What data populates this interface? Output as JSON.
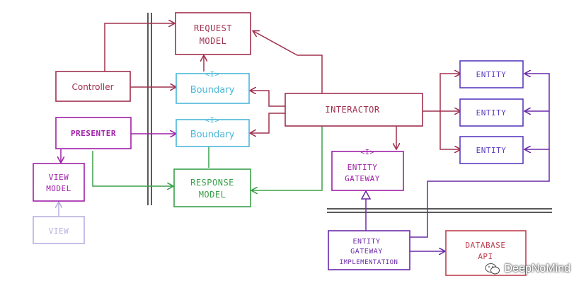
{
  "nodes": {
    "request_model": {
      "lines": [
        "REQUEST",
        "MODEL"
      ]
    },
    "controller": {
      "lines": [
        "Controller"
      ]
    },
    "boundary_top": {
      "lines": [
        "Boundary"
      ],
      "marker": "<I>"
    },
    "presenter": {
      "lines": [
        "PRESENTER"
      ]
    },
    "boundary_bottom": {
      "lines": [
        "Boundary"
      ],
      "marker": "<I>"
    },
    "view_model": {
      "lines": [
        "VIEW",
        "MODEL"
      ]
    },
    "view": {
      "lines": [
        "VIEW"
      ]
    },
    "response_model": {
      "lines": [
        "RESPONSE",
        "MODEL"
      ]
    },
    "interactor": {
      "lines": [
        "INTERACTOR"
      ]
    },
    "entity_gateway": {
      "lines": [
        "ENTITY",
        "GATEWAY"
      ],
      "marker": "<I>"
    },
    "entity_1": {
      "lines": [
        "ENTITY"
      ]
    },
    "entity_2": {
      "lines": [
        "ENTITY"
      ]
    },
    "entity_3": {
      "lines": [
        "ENTITY"
      ]
    },
    "entity_gateway_impl": {
      "lines": [
        "ENTITY",
        "GATEWAY",
        "IMPLEMENTATION"
      ]
    },
    "database_api": {
      "lines": [
        "DATABASE",
        "API"
      ]
    }
  },
  "watermark": {
    "text": "DeepNoMind"
  },
  "colors": {
    "maroon": "#a0304f",
    "magenta": "#a020a8",
    "cyan": "#4bb8d8",
    "green": "#3aa04a",
    "purple": "#5a3cc0",
    "violet": "#6a2aa8",
    "red": "#c04050",
    "lavender": "#b8b0e0"
  }
}
